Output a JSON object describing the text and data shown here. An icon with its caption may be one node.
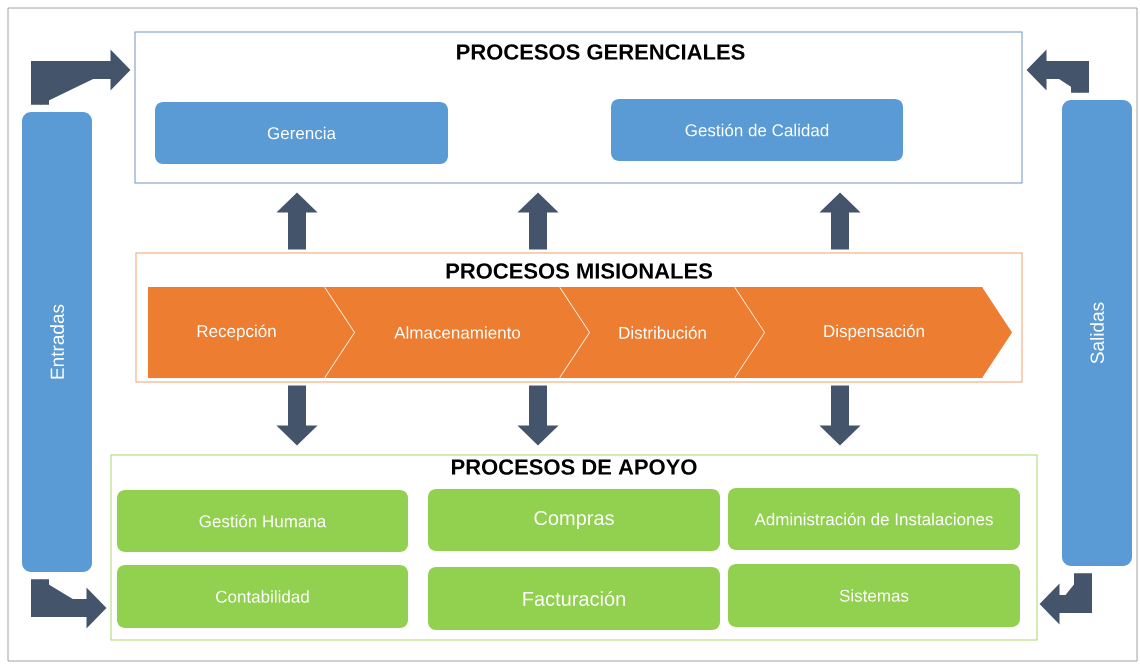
{
  "diagram": {
    "nodes": [
      {
        "text": [
          "Entradas"
        ]
      },
      {
        "text": [
          "PROCESOS GERENCIALES"
        ]
      },
      {
        "text": [
          "Gerencia"
        ],
        "in": 1
      },
      {
        "text": [
          "Gestión de Calidad"
        ],
        "in": 1
      },
      {
        "text": [
          "PROCESOS MISIONALES"
        ]
      },
      {
        "text": [
          "Recepción"
        ],
        "in": 4
      },
      {
        "text": [
          "Almacenamiento"
        ],
        "in": 4
      },
      {
        "text": [
          "Distribución"
        ],
        "in": 4
      },
      {
        "text": [
          "Dispensación"
        ],
        "in": 4
      },
      {
        "text": [
          "PROCESOS DE APOYO"
        ]
      },
      {
        "text": [
          "Gestión Humana"
        ],
        "in": 9
      },
      {
        "text": [
          "Compras"
        ],
        "in": 9
      },
      {
        "text": [
          "Administración de Instalaciones"
        ],
        "in": 9
      },
      {
        "text": [
          "Contabilidad"
        ],
        "in": 9
      },
      {
        "text": [
          "Facturación"
        ],
        "in": 9
      },
      {
        "text": [
          "Sistemas"
        ],
        "in": 9
      },
      {
        "text": [
          "Salidas"
        ]
      }
    ],
    "edges": [
      {
        "from": 0,
        "to": 1,
        "arrow": "to"
      },
      {
        "from": 4,
        "to": 1,
        "arrow": "to"
      },
      {
        "from": 4,
        "to": 1,
        "arrow": "to"
      },
      {
        "from": 4,
        "to": 1,
        "arrow": "to"
      },
      {
        "from": 4,
        "to": 9,
        "arrow": "to"
      },
      {
        "from": 4,
        "to": 9,
        "arrow": "to"
      },
      {
        "from": 4,
        "to": 9,
        "arrow": "to"
      },
      {
        "from": 0,
        "to": 9,
        "arrow": "to"
      },
      {
        "from": 16,
        "to": 1,
        "arrow": "to"
      },
      {
        "from": 16,
        "to": 9,
        "arrow": "to"
      }
    ]
  }
}
